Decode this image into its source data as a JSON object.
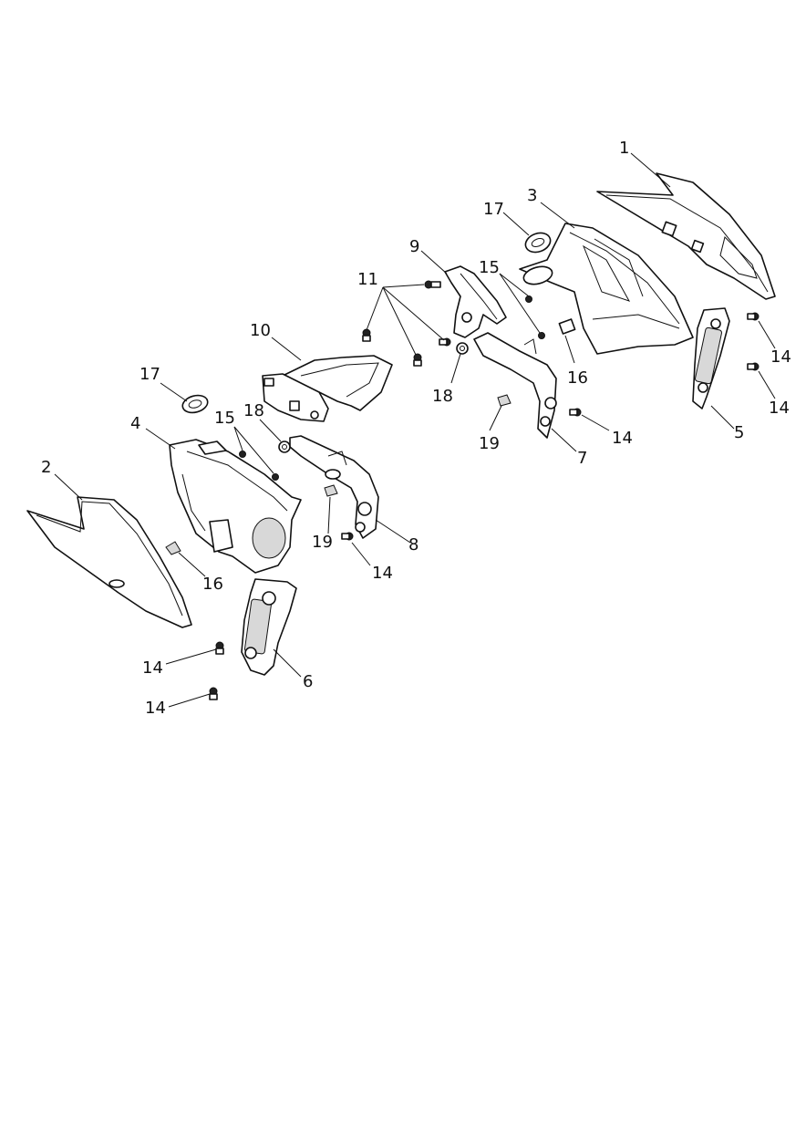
{
  "labels": {
    "l1": "1",
    "l2": "2",
    "l3": "3",
    "l4": "4",
    "l5": "5",
    "l6": "6",
    "l7": "7",
    "l8": "8",
    "l9": "9",
    "l10": "10",
    "l11": "11",
    "l14a": "14",
    "l14b": "14",
    "l14c": "14",
    "l14d": "14",
    "l14e": "14",
    "l14f": "14",
    "l15a": "15",
    "l15b": "15",
    "l16a": "16",
    "l16b": "16",
    "l17a": "17",
    "l17b": "17",
    "l18a": "18",
    "l18b": "18",
    "l19a": "19",
    "l19b": "19"
  },
  "colors": {
    "line": "#111111",
    "background": "#ffffff"
  }
}
